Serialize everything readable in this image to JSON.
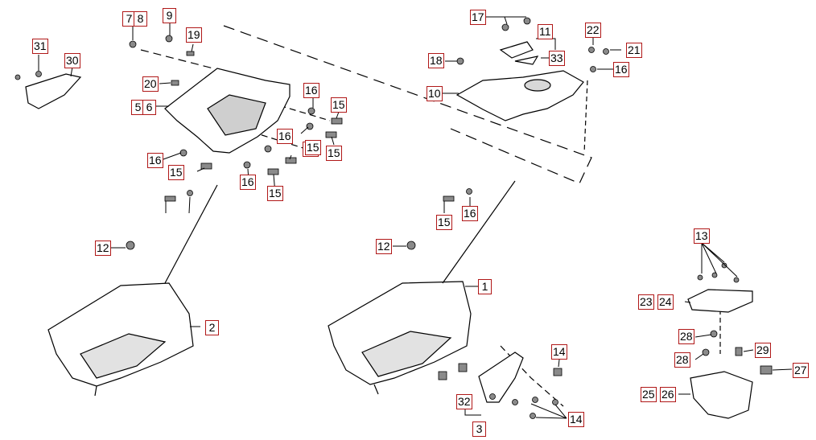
{
  "diagram": {
    "kind": "exploded-parts-diagram",
    "line_color": "#000000",
    "callout_border_color": "#b01818",
    "part_fill": "#ffffff",
    "shade_fill": "#8a8a8a",
    "callouts": [
      {
        "id": "c7",
        "label": "7"
      },
      {
        "id": "c8",
        "label": "8"
      },
      {
        "id": "c9",
        "label": "9"
      },
      {
        "id": "c19",
        "label": "19"
      },
      {
        "id": "c20",
        "label": "20"
      },
      {
        "id": "c5",
        "label": "5"
      },
      {
        "id": "c6",
        "label": "6"
      },
      {
        "id": "c16a",
        "label": "16"
      },
      {
        "id": "c15a",
        "label": "15"
      },
      {
        "id": "c16b",
        "label": "16"
      },
      {
        "id": "c15b",
        "label": "15"
      },
      {
        "id": "c16c",
        "label": "16"
      },
      {
        "id": "c15c",
        "label": "15"
      },
      {
        "id": "c16d",
        "label": "16"
      },
      {
        "id": "c15d",
        "label": "15"
      },
      {
        "id": "c15e",
        "label": "15"
      },
      {
        "id": "c16e",
        "label": "16"
      },
      {
        "id": "c31",
        "label": "31"
      },
      {
        "id": "c30",
        "label": "30"
      },
      {
        "id": "c12a",
        "label": "12"
      },
      {
        "id": "c2",
        "label": "2"
      },
      {
        "id": "c17",
        "label": "17"
      },
      {
        "id": "c11",
        "label": "11"
      },
      {
        "id": "c33",
        "label": "33"
      },
      {
        "id": "c18",
        "label": "18"
      },
      {
        "id": "c10",
        "label": "10"
      },
      {
        "id": "c22",
        "label": "22"
      },
      {
        "id": "c21",
        "label": "21"
      },
      {
        "id": "c16f",
        "label": "16"
      },
      {
        "id": "c15f",
        "label": "15"
      },
      {
        "id": "c16g",
        "label": "16"
      },
      {
        "id": "c12b",
        "label": "12"
      },
      {
        "id": "c1",
        "label": "1"
      },
      {
        "id": "c14a",
        "label": "14"
      },
      {
        "id": "c32",
        "label": "32"
      },
      {
        "id": "c3",
        "label": "3"
      },
      {
        "id": "c14b",
        "label": "14"
      },
      {
        "id": "c13",
        "label": "13"
      },
      {
        "id": "c23",
        "label": "23"
      },
      {
        "id": "c24",
        "label": "24"
      },
      {
        "id": "c28a",
        "label": "28"
      },
      {
        "id": "c28b",
        "label": "28"
      },
      {
        "id": "c29",
        "label": "29"
      },
      {
        "id": "c27",
        "label": "27"
      },
      {
        "id": "c25",
        "label": "25"
      },
      {
        "id": "c26",
        "label": "26"
      }
    ]
  }
}
